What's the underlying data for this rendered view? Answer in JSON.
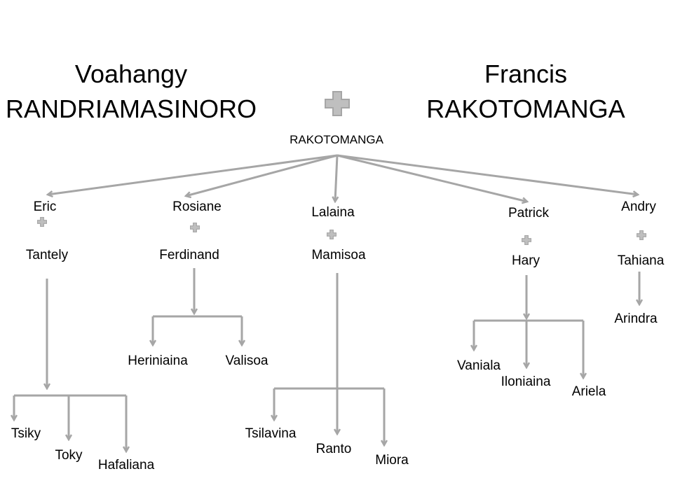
{
  "parents": {
    "mother": {
      "first": "Voahangy",
      "last": "RANDRIAMASINORO"
    },
    "father": {
      "first": "Francis",
      "last": "RAKOTOMANGA"
    },
    "family_name": "RAKOTOMANGA"
  },
  "children": [
    {
      "name": "Eric",
      "spouse": "Tantely",
      "kids": [
        "Tsiky",
        "Toky",
        "Hafaliana"
      ]
    },
    {
      "name": "Rosiane",
      "spouse": "Ferdinand",
      "kids": [
        "Heriniaina",
        "Valisoa"
      ]
    },
    {
      "name": "Lalaina",
      "spouse": "Mamisoa",
      "kids": [
        "Tsilavina",
        "Ranto",
        "Miora"
      ]
    },
    {
      "name": "Patrick",
      "spouse": "Hary",
      "kids": [
        "Vaniala",
        "Iloniaina",
        "Ariela"
      ]
    },
    {
      "name": "Andry",
      "spouse": "Tahiana",
      "kids": [
        "Arindra"
      ]
    }
  ],
  "colors": {
    "line": "#a6a6a6",
    "plus_fill": "#bfbfbf",
    "plus_border": "#a6a6a6"
  },
  "icons": {
    "union": "plus-icon",
    "connector": "arrow-icon"
  }
}
